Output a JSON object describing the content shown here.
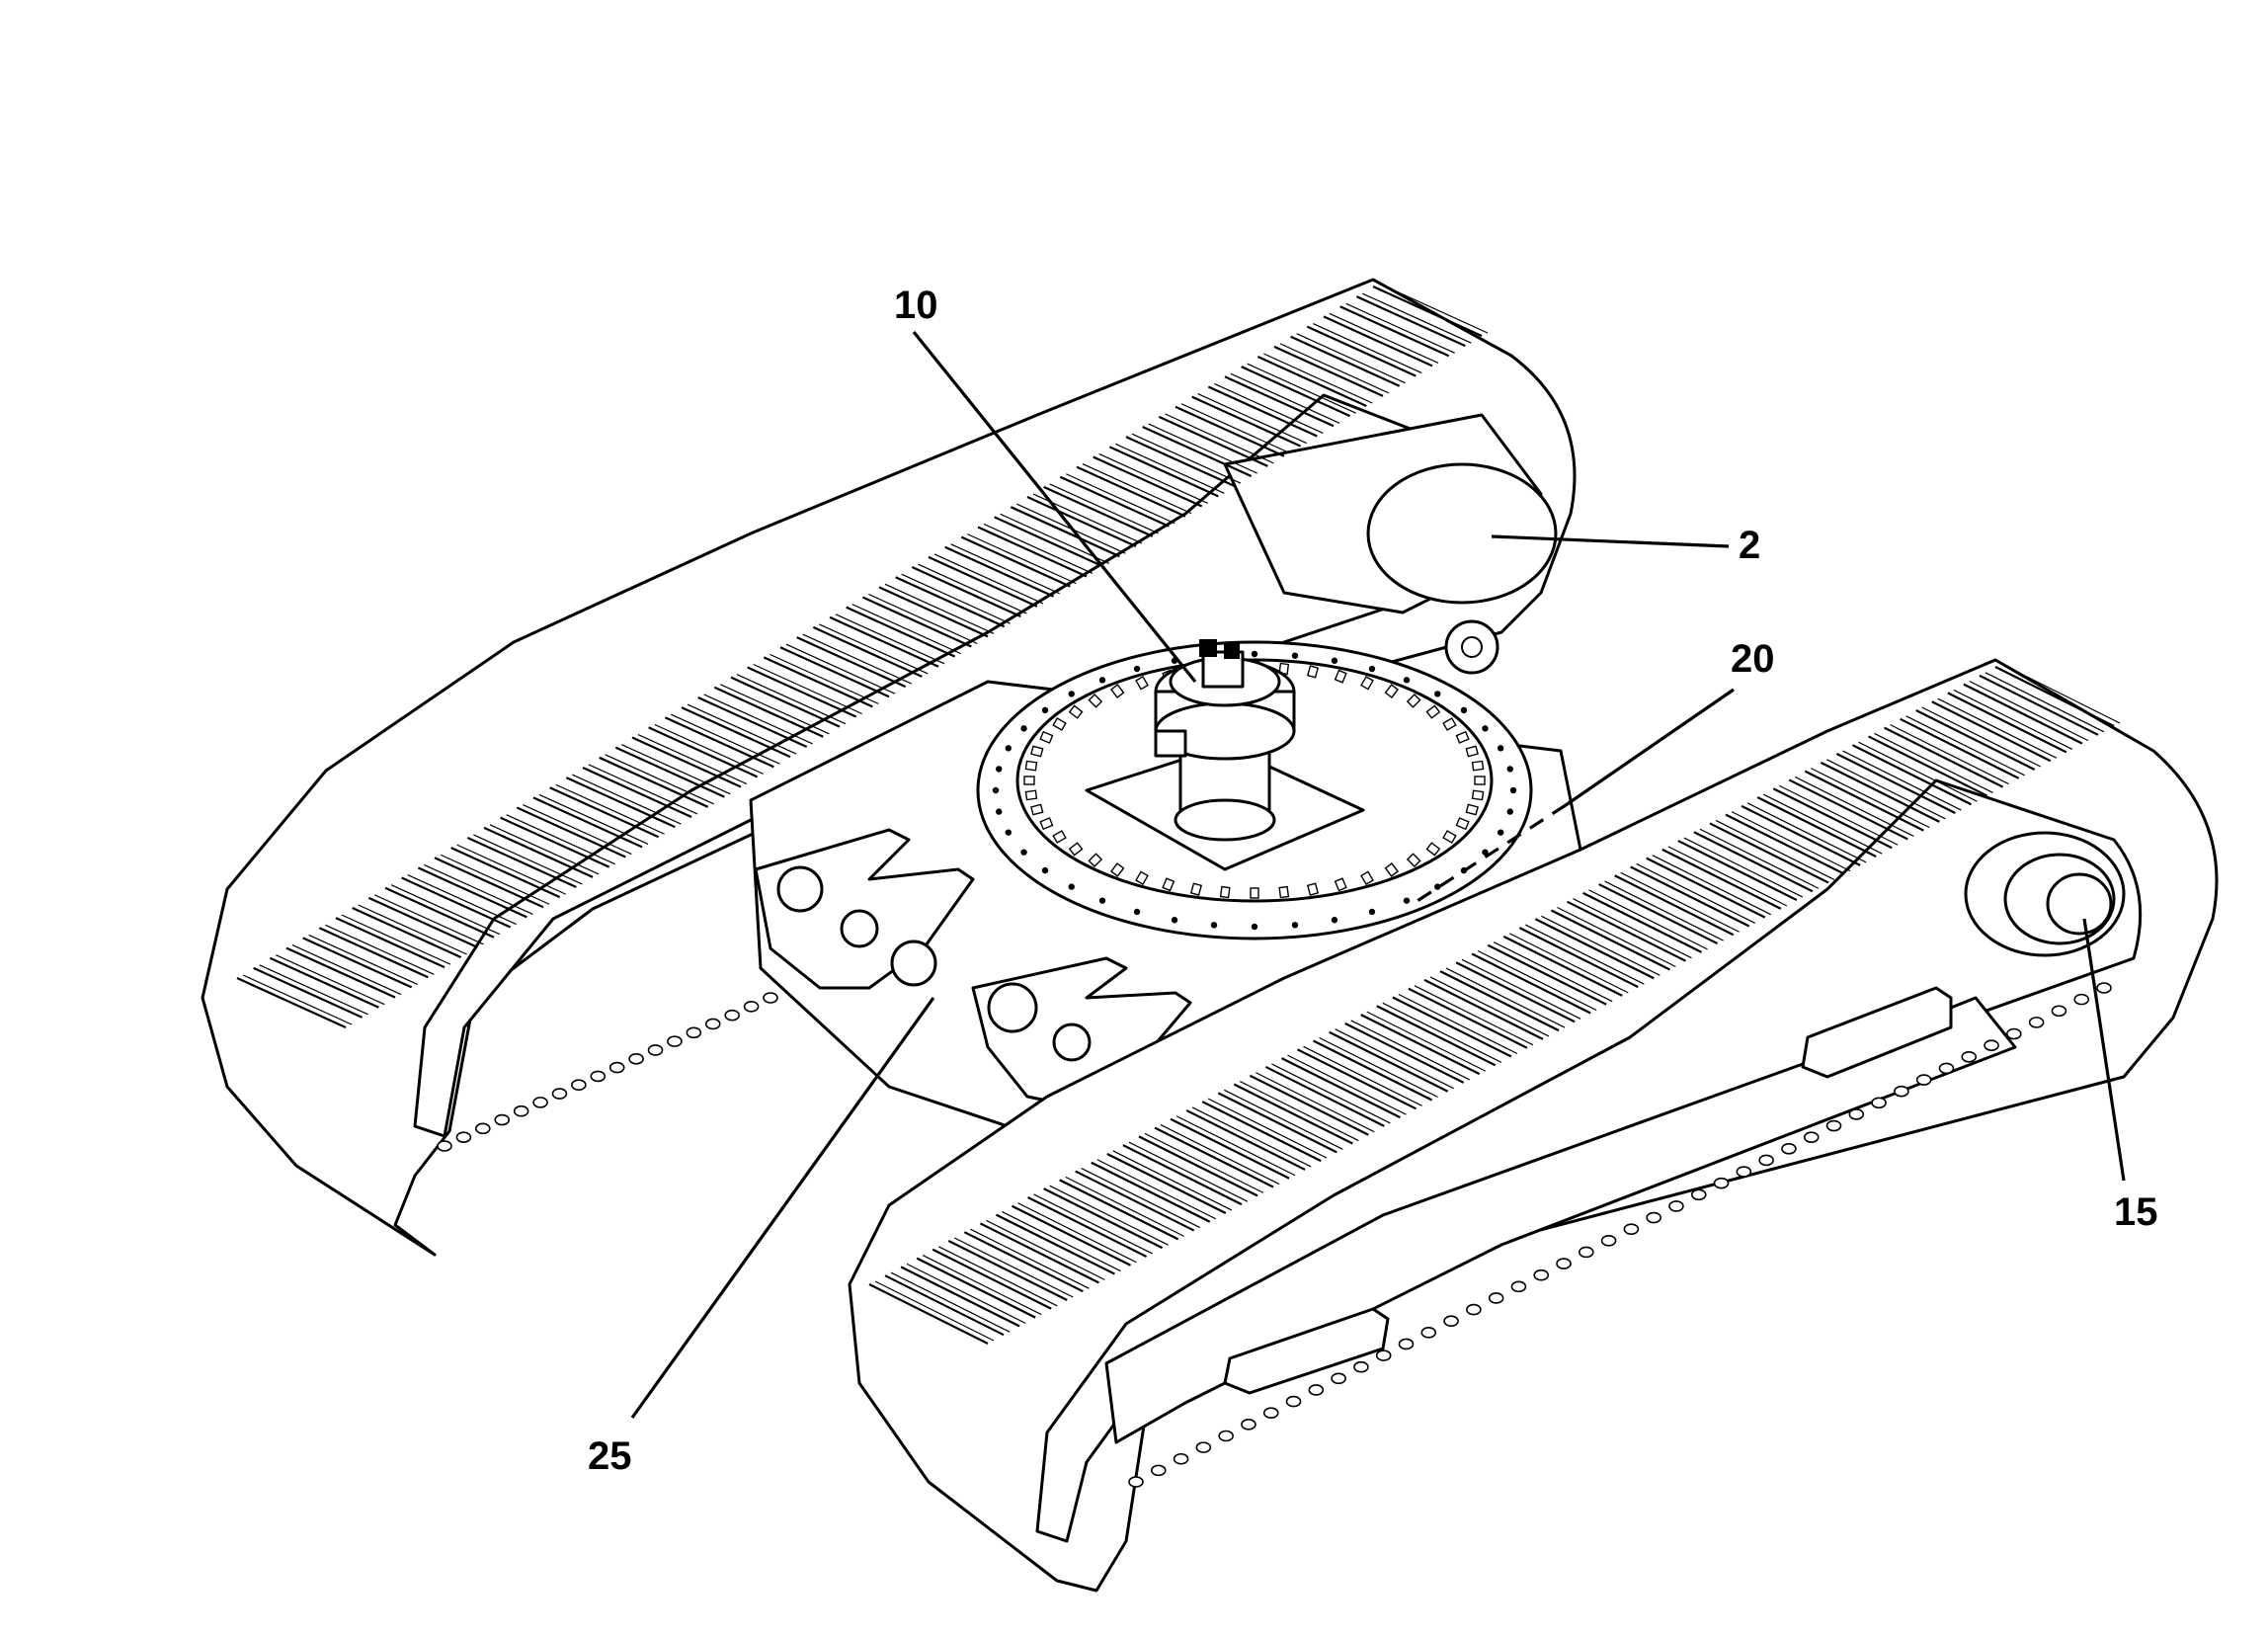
{
  "figure": {
    "background": "#ffffff",
    "ink": "#000000",
    "callouts": [
      {
        "id": "callout-10",
        "label": "10"
      },
      {
        "id": "callout-2",
        "label": "2"
      },
      {
        "id": "callout-20",
        "label": "20"
      },
      {
        "id": "callout-15",
        "label": "15"
      },
      {
        "id": "callout-25",
        "label": "25"
      }
    ]
  }
}
